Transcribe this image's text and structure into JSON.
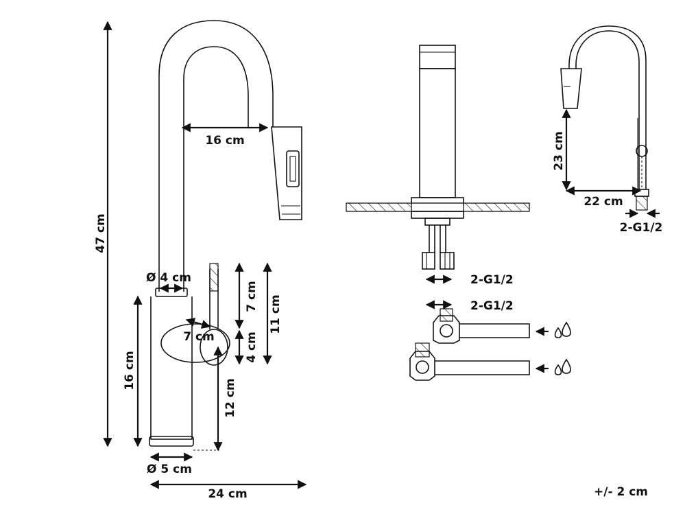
{
  "diagram": {
    "dimensions": {
      "total_height": "47 cm",
      "spout_reach": "16 cm",
      "spout_diameter": "Ø 4 cm",
      "body_height": "16 cm",
      "handle_length": "7 cm",
      "handle_upper": "7 cm",
      "handle_lower": "4 cm",
      "handle_total": "11 cm",
      "handle_to_base": "12 cm",
      "base_diameter": "Ø 5 cm",
      "total_depth": "24 cm",
      "pullout_height": "23 cm",
      "pullout_reach": "22 cm"
    },
    "connectors": {
      "side_view_thread": "2-G1/2",
      "hose_thread": "2-G1/2",
      "thumb_thread": "2-G1/2"
    },
    "tolerance": "+/- 2 cm",
    "icons": [
      "water-drops-icon",
      "water-drops-icon"
    ]
  }
}
